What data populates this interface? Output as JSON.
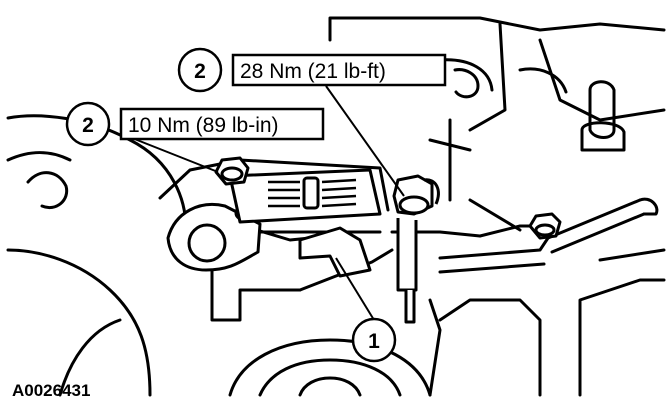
{
  "figure_id": "A0026431",
  "callouts": [
    {
      "number": "2",
      "text": "28 Nm (21 lb-ft)"
    },
    {
      "number": "2",
      "text": "10 Nm (89 lb-in)"
    },
    {
      "number": "1"
    }
  ],
  "colors": {
    "ink": "#000000",
    "paper": "#ffffff"
  }
}
